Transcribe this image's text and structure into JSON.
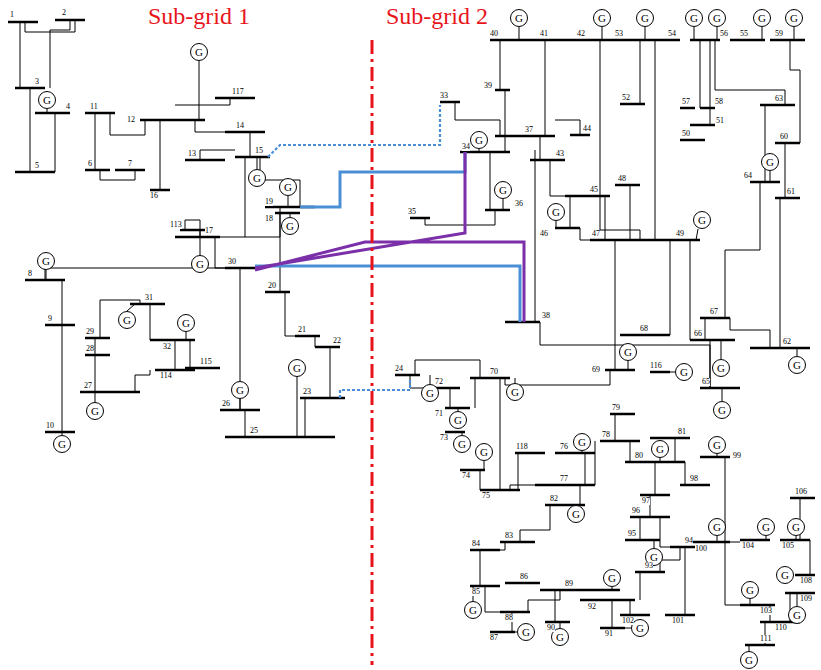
{
  "diagram": {
    "nodes": [
      {
        "text": [
          "G"
        ]
      },
      {
        "text": [
          "G"
        ]
      },
      {
        "text": [
          "G"
        ]
      },
      {
        "text": [
          "G"
        ]
      },
      {
        "text": [
          "G"
        ]
      },
      {
        "text": [
          "G"
        ]
      },
      {
        "text": [
          "G"
        ]
      },
      {
        "text": [
          "G"
        ]
      },
      {
        "text": [
          "G"
        ]
      },
      {
        "text": [
          "G"
        ]
      },
      {
        "text": [
          "G"
        ]
      },
      {
        "text": [
          "G"
        ]
      },
      {
        "text": [
          "G"
        ]
      },
      {
        "text": [
          "G"
        ]
      },
      {
        "text": [
          "G"
        ]
      },
      {
        "text": [
          "G"
        ]
      },
      {
        "text": [
          "G"
        ]
      },
      {
        "text": [
          "G"
        ]
      },
      {
        "text": [
          "G"
        ]
      },
      {
        "text": [
          "G"
        ]
      },
      {
        "text": [
          "G"
        ]
      },
      {
        "text": [
          "G"
        ]
      },
      {
        "text": [
          "G"
        ]
      },
      {
        "text": [
          "G"
        ]
      },
      {
        "text": [
          "G"
        ]
      },
      {
        "text": [
          "G"
        ]
      },
      {
        "text": [
          "G"
        ]
      },
      {
        "text": [
          "G"
        ]
      },
      {
        "text": [
          "G"
        ]
      },
      {
        "text": [
          "G"
        ]
      },
      {
        "text": [
          "G"
        ]
      },
      {
        "text": [
          "G"
        ]
      },
      {
        "text": [
          "G"
        ]
      },
      {
        "text": [
          "G"
        ]
      },
      {
        "text": [
          "G"
        ]
      },
      {
        "text": [
          "G"
        ]
      },
      {
        "text": [
          "G"
        ]
      },
      {
        "text": [
          "G"
        ]
      },
      {
        "text": [
          "G"
        ]
      },
      {
        "text": [
          "G"
        ]
      },
      {
        "text": [
          "G"
        ]
      },
      {
        "text": [
          "G"
        ]
      },
      {
        "text": [
          "G"
        ]
      },
      {
        "text": [
          "G"
        ]
      },
      {
        "text": [
          "G"
        ]
      },
      {
        "text": [
          "G"
        ]
      },
      {
        "text": [
          "G"
        ]
      },
      {
        "text": [
          "G"
        ]
      },
      {
        "text": [
          "G"
        ]
      },
      {
        "text": [
          "G"
        ]
      },
      {
        "text": [
          "G"
        ]
      },
      {
        "text": [
          "G"
        ]
      }
    ],
    "labels": [
      "Sub-grid 1",
      "Sub-grid 2",
      "1",
      "2",
      "3",
      "4",
      "5",
      "11",
      "12",
      "117",
      "14",
      "13",
      "15",
      "6",
      "7",
      "16",
      "17",
      "19",
      "18",
      "113",
      "30",
      "8",
      "9",
      "10",
      "29",
      "28",
      "31",
      "32",
      "114",
      "115",
      "27",
      "26",
      "25",
      "20",
      "21",
      "22",
      "23",
      "24",
      "33",
      "39",
      "40",
      "41",
      "42",
      "53",
      "54",
      "56",
      "55",
      "59",
      "37",
      "34",
      "35",
      "36",
      "43",
      "44",
      "45",
      "48",
      "46",
      "47",
      "49",
      "38",
      "52",
      "57",
      "58",
      "51",
      "50",
      "63",
      "60",
      "64",
      "61",
      "69",
      "68",
      "67",
      "66",
      "62",
      "65",
      "116",
      "70",
      "72",
      "71",
      "73",
      "74",
      "75",
      "118",
      "76",
      "77",
      "79",
      "78",
      "81",
      "80",
      "99",
      "98",
      "97",
      "96",
      "82",
      "83",
      "84",
      "85",
      "86",
      "88",
      "87",
      "89",
      "90",
      "91",
      "92",
      "93",
      "94",
      "95",
      "100",
      "101",
      "102",
      "103",
      "104",
      "105",
      "106",
      "108",
      "109",
      "110",
      "111"
    ]
  }
}
